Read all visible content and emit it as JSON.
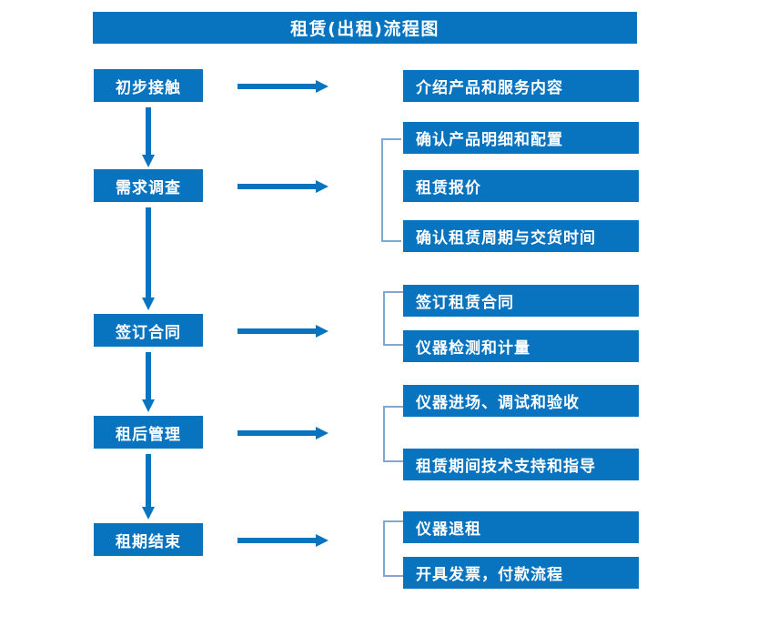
{
  "title": "租赁(出租)流程图",
  "theme": {
    "box_color": "#0873bf",
    "text_color": "#ffffff",
    "arrow_color": "#0873bf",
    "bracket_color": "#7fa8cf",
    "background": "#ffffff"
  },
  "stages": [
    {
      "label": "初步接触"
    },
    {
      "label": "需求调查"
    },
    {
      "label": "签订合同"
    },
    {
      "label": "租后管理"
    },
    {
      "label": "租期结束"
    }
  ],
  "details": [
    {
      "label": "介绍产品和服务内容"
    },
    {
      "label": "确认产品明细和配置"
    },
    {
      "label": "租赁报价"
    },
    {
      "label": "确认租赁周期与交货时间"
    },
    {
      "label": "签订租赁合同"
    },
    {
      "label": "仪器检测和计量"
    },
    {
      "label": "仪器进场、调试和验收"
    },
    {
      "label": "租赁期间技术支持和指导"
    },
    {
      "label": "仪器退租"
    },
    {
      "label": "开具发票，付款流程"
    }
  ],
  "icons": {
    "right_arrow": "right-arrow-icon",
    "down_arrow": "down-arrow-icon",
    "bracket": "group-bracket-icon"
  }
}
